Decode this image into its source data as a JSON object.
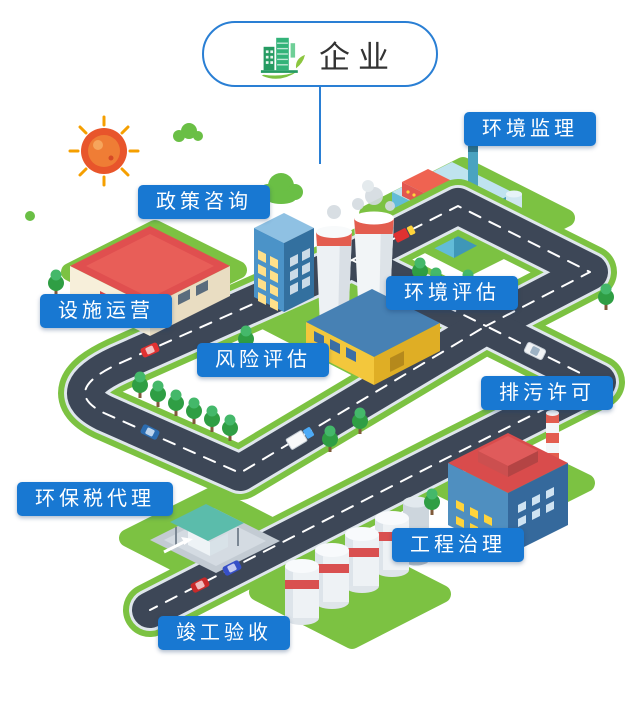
{
  "header": {
    "title": "企业",
    "icon": "factory-eco-icon"
  },
  "labels": [
    {
      "id": "environmental-supervision",
      "text": "环境监理"
    },
    {
      "id": "policy-consulting",
      "text": "政策咨询"
    },
    {
      "id": "facility-operation",
      "text": "设施运营"
    },
    {
      "id": "environmental-assessment",
      "text": "环境评估"
    },
    {
      "id": "risk-assessment",
      "text": "风险评估"
    },
    {
      "id": "discharge-permit",
      "text": "排污许可"
    },
    {
      "id": "environmental-tax-agency",
      "text": "环保税代理"
    },
    {
      "id": "engineering-treatment",
      "text": "工程治理"
    },
    {
      "id": "completion-acceptance",
      "text": "竣工验收"
    }
  ],
  "colors": {
    "pill_border": "#2a7fd4",
    "title_color": "#333333",
    "label_bg": "#1878d2",
    "label_text": "#ffffff",
    "grass": "#7cc242",
    "road": "#3d4757",
    "sun": "#e8552b"
  },
  "icons": {
    "pill": "factory-eco-icon",
    "scene": [
      "sun-icon",
      "leaf-cloud-icon",
      "tree-icon"
    ]
  }
}
